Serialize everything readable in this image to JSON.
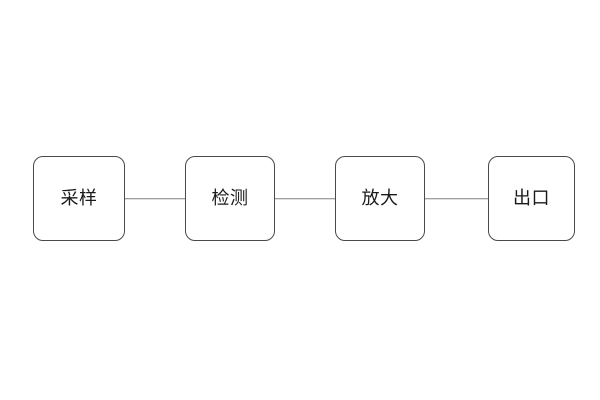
{
  "diagram": {
    "type": "flowchart",
    "orientation": "horizontal",
    "background_color": "#ffffff",
    "node_border_color": "#4a4a4a",
    "node_fill_color": "#ffffff",
    "connector_color": "#808080",
    "label_color": "#1a1a1a",
    "nodes": [
      {
        "id": "sampling",
        "label": "采样",
        "shape": "rounded-rectangle"
      },
      {
        "id": "detection",
        "label": "检测",
        "shape": "rounded-rectangle"
      },
      {
        "id": "amplify",
        "label": "放大",
        "shape": "rounded-rectangle"
      },
      {
        "id": "output",
        "label": "出口",
        "shape": "rounded-rectangle"
      }
    ],
    "connectors": [
      {
        "id": "c1",
        "from": "sampling",
        "to": "detection",
        "style": "plain-line"
      },
      {
        "id": "c2",
        "from": "detection",
        "to": "amplify",
        "style": "plain-line"
      },
      {
        "id": "c3",
        "from": "amplify",
        "to": "output",
        "style": "plain-line"
      }
    ]
  }
}
